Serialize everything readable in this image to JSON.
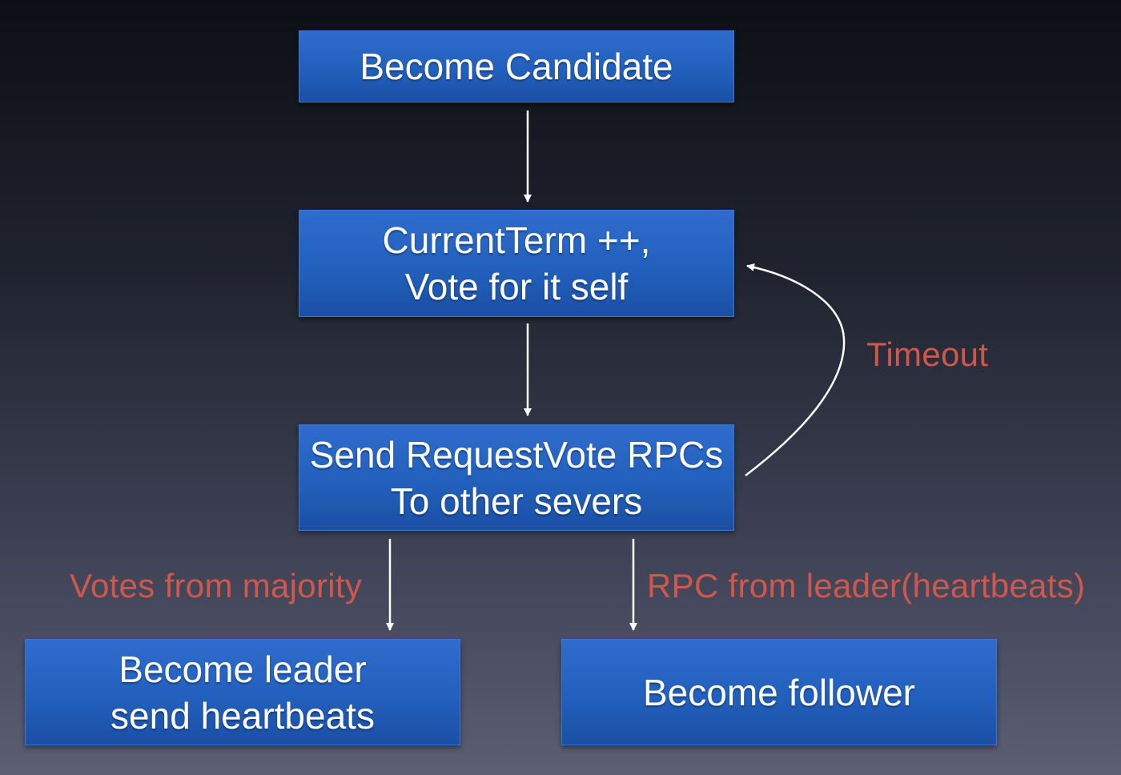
{
  "nodes": {
    "become_candidate": {
      "lines": [
        "Become Candidate"
      ]
    },
    "current_term": {
      "lines": [
        "CurrentTerm ++,",
        "Vote for it self"
      ]
    },
    "send_request_vote": {
      "lines": [
        "Send RequestVote RPCs",
        "To other severs"
      ]
    },
    "become_leader": {
      "lines": [
        "Become leader",
        "send heartbeats"
      ]
    },
    "become_follower": {
      "lines": [
        "Become follower"
      ]
    }
  },
  "edge_labels": {
    "timeout": "Timeout",
    "votes_from_majority": "Votes from majority",
    "rpc_from_leader": "RPC from leader(heartbeats)"
  },
  "colors": {
    "node_fill": "#2563c0",
    "label_text": "#d0574b",
    "arrow": "#ffffff"
  }
}
